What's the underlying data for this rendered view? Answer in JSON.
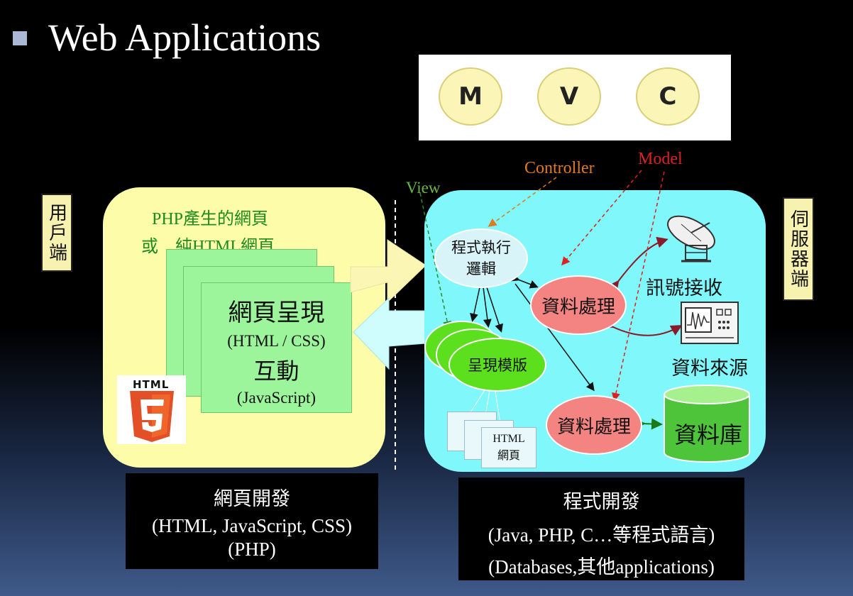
{
  "title": "Web Applications",
  "mvc": [
    "M",
    "V",
    "C"
  ],
  "client_label": "用戶端",
  "server_label": "伺服器端",
  "client": {
    "line1": "PHP產生的網頁",
    "line2": "或　純HTML網頁",
    "page_title": "網頁呈現",
    "page_tech1": "(HTML / CSS)",
    "page_sub": "互動",
    "page_tech2": "(JavaScript)",
    "badge": "HTML"
  },
  "server": {
    "logic": "程式執行\n邏輯",
    "template": "呈現模版",
    "html_page": "HTML\n網頁",
    "proc_top": "資料處理",
    "proc_bottom": "資料處理",
    "signal": "訊號接收",
    "source": "資料來源",
    "database": "資料庫"
  },
  "mvc_labels": {
    "view": "View",
    "controller": "Controller",
    "model": "Model"
  },
  "colors": {
    "view": "#6bb84a",
    "controller": "#e07a22",
    "model": "#e0201e"
  },
  "bottom_left": [
    "網頁開發",
    "(HTML, JavaScript, CSS)",
    "(PHP)"
  ],
  "bottom_right": [
    "程式開發",
    "(Java, PHP, C…等程式語言)",
    "(Databases,其他applications)"
  ]
}
